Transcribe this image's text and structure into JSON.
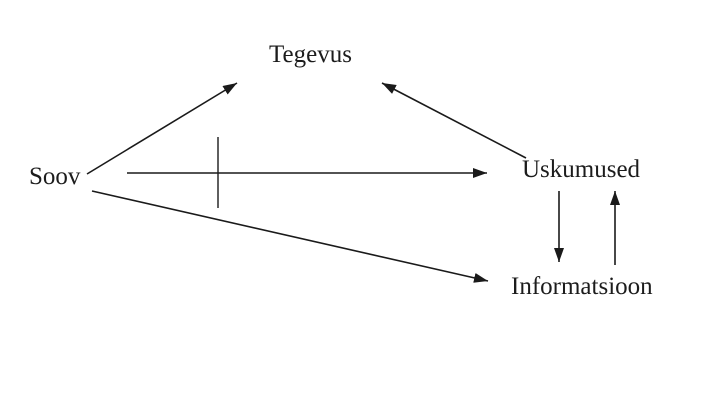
{
  "diagram": {
    "background_color": "#ffffff",
    "line_color": "#1a1a1a",
    "text_color": "#1c1c1c",
    "nodes": [
      {
        "id": "soov",
        "label": "Soov"
      },
      {
        "id": "tegevus",
        "label": "Tegevus"
      },
      {
        "id": "uskumused",
        "label": "Uskumused"
      },
      {
        "id": "informatsioon",
        "label": "Informatsioon"
      }
    ],
    "edges": [
      {
        "from": "soov",
        "to": "tegevus",
        "style": "solid-arrow"
      },
      {
        "from": "soov",
        "to": "uskumused",
        "style": "solid-arrow",
        "note": "crossed by short vertical tick mark"
      },
      {
        "from": "soov",
        "to": "informatsioon",
        "style": "solid-arrow"
      },
      {
        "from": "uskumused",
        "to": "tegevus",
        "style": "solid-arrow"
      },
      {
        "from": "uskumused",
        "to": "informatsioon",
        "style": "solid-arrow"
      },
      {
        "from": "informatsioon",
        "to": "uskumused",
        "style": "solid-arrow"
      }
    ],
    "decorations": [
      {
        "type": "crossing-tick",
        "description": "short vertical line crossing the Soov-to-Uskumused arrow"
      }
    ]
  }
}
